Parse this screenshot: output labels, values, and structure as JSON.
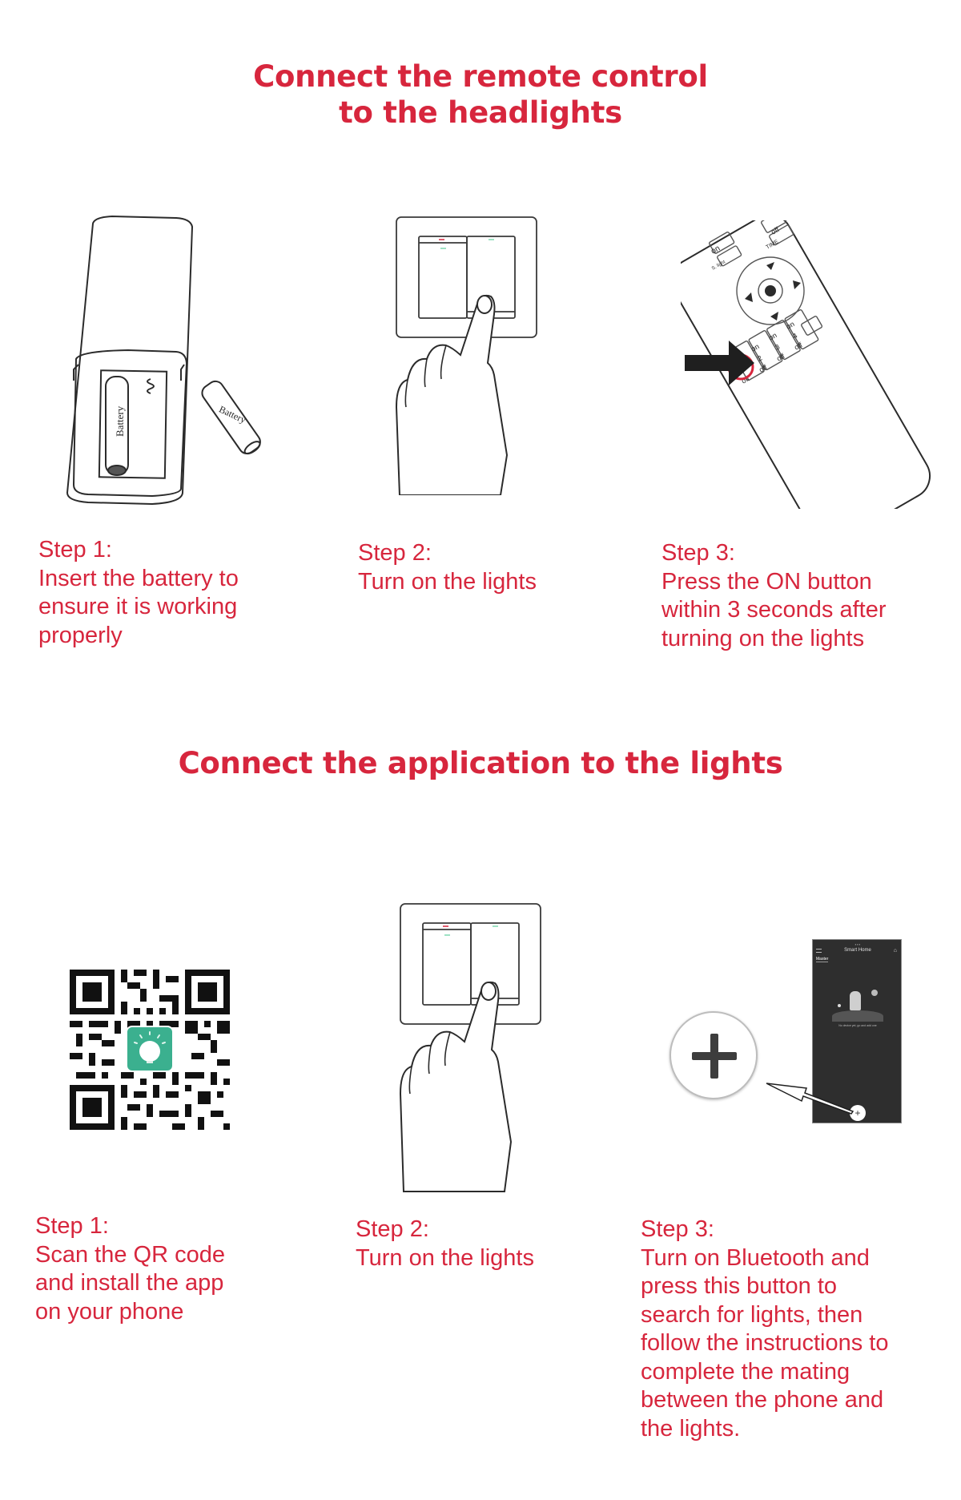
{
  "sections": [
    {
      "title_line1": "Connect the remote control",
      "title_line2": "to the headlights",
      "steps": [
        {
          "label": "Step 1:",
          "lines": [
            "Insert the battery to",
            "ensure it is working",
            "properly"
          ],
          "illustration": "remote-battery-compartment",
          "battery_text": "Battery"
        },
        {
          "label": "Step 2:",
          "lines": [
            "Turn on the lights"
          ],
          "illustration": "hand-pressing-wall-switch"
        },
        {
          "label": "Step 3:",
          "lines": [
            "Press the ON button",
            "within 3 seconds after",
            "turning on the lights"
          ],
          "illustration": "remote-control-arrow-on-1",
          "remote_labels": {
            "on": "on",
            "off": "off",
            "s_light": "S. light",
            "time": "TIME",
            "zones": [
              {
                "top": "on",
                "num": "1",
                "bottom": "off"
              },
              {
                "top": "on",
                "num": "2",
                "bottom": "off"
              },
              {
                "top": "on",
                "num": "3",
                "bottom": "off"
              },
              {
                "top": "on",
                "num": "4",
                "bottom": "off"
              }
            ]
          }
        }
      ]
    },
    {
      "title": "Connect the application to the lights",
      "steps": [
        {
          "label": "Step 1:",
          "lines": [
            "Scan the QR code",
            "and install the app",
            "on your phone"
          ],
          "illustration": "qr-code-with-bulb-app-icon"
        },
        {
          "label": "Step 2:",
          "lines": [
            "Turn on the lights"
          ],
          "illustration": "hand-pressing-wall-switch"
        },
        {
          "label": "Step 3:",
          "lines": [
            "Turn on Bluetooth and",
            "press this button to",
            "search for lights, then",
            "follow the instructions to",
            "complete the mating",
            "between the phone and",
            "the lights."
          ],
          "illustration": "phone-app-add-button",
          "phone": {
            "app_title": "Smart Home",
            "tab_active": "Master",
            "empty_text": "No device yet, go and add one",
            "add_symbol": "+"
          }
        }
      ]
    }
  ],
  "colors": {
    "accent_red": "#d7263d",
    "line": "#2b2b2b",
    "app_green": "#3bb08f",
    "phone_bg": "#2e2e2e"
  }
}
